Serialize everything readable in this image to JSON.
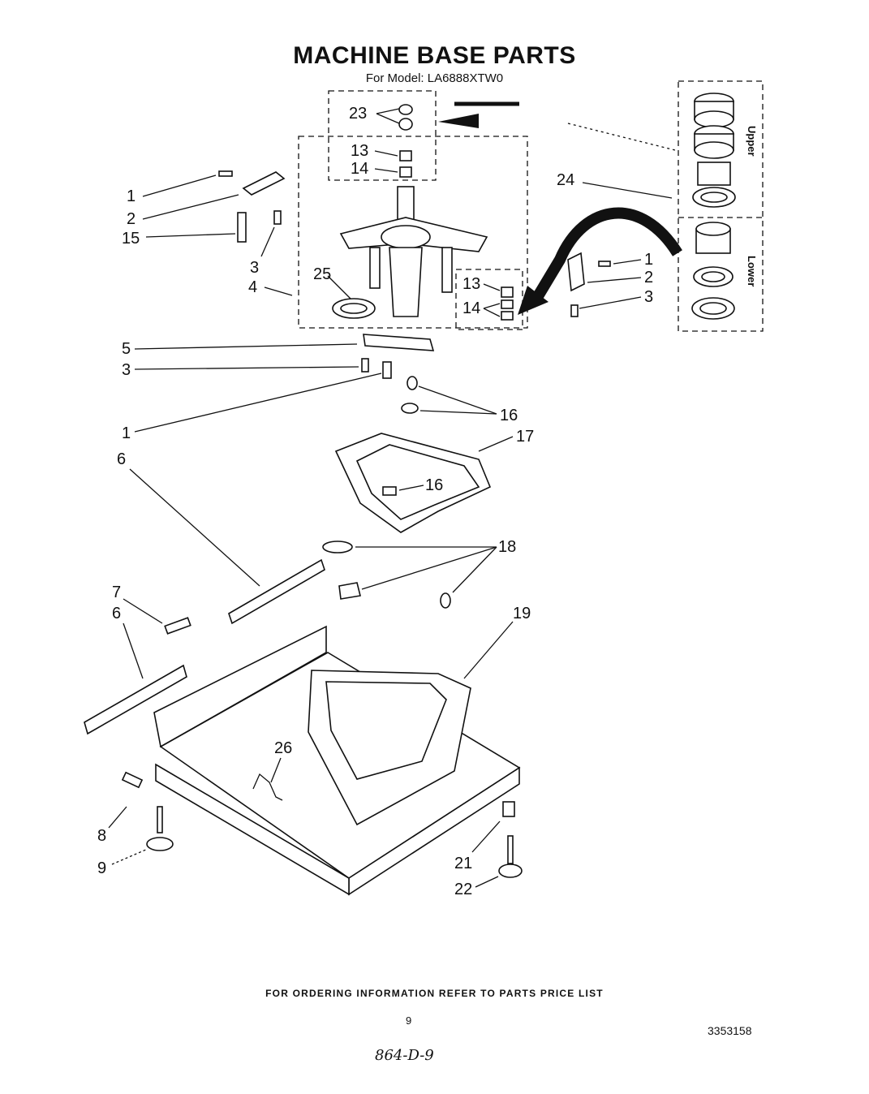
{
  "header": {
    "title": "MACHINE BASE PARTS",
    "subtitle": "For Model: LA6888XTW0"
  },
  "inset": {
    "upper_label": "Upper",
    "lower_label": "Lower"
  },
  "callouts": {
    "c23": "23",
    "c13a": "13",
    "c14a": "14",
    "c24": "24",
    "c1a": "1",
    "c2a": "2",
    "c15": "15",
    "c3a": "3",
    "c4": "4",
    "c25": "25",
    "c13b": "13",
    "c14b": "14",
    "c1b": "1",
    "c2b": "2",
    "c3b": "3",
    "c5": "5",
    "c3c": "3",
    "c1c": "1",
    "c16a": "16",
    "c17": "17",
    "c16b": "16",
    "c6a": "6",
    "c18": "18",
    "c7": "7",
    "c6b": "6",
    "c19": "19",
    "c26": "26",
    "c8": "8",
    "c9": "9",
    "c21": "21",
    "c22": "22"
  },
  "footer": {
    "ordering_note": "FOR ORDERING INFORMATION REFER TO PARTS PRICE LIST",
    "page_number": "9",
    "document_number": "3353158",
    "handwritten_note": "864-D-9"
  }
}
